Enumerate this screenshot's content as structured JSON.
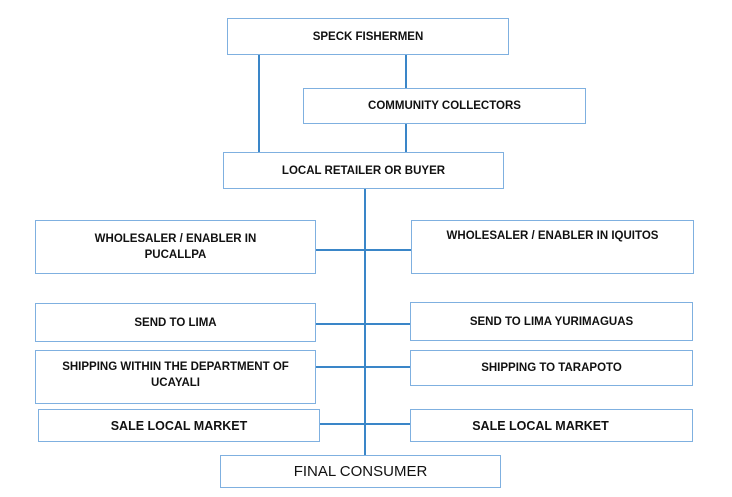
{
  "nodes": {
    "speck_fishermen": "SPECK FISHERMEN",
    "community_collectors": "COMMUNITY COLLECTORS",
    "local_retailer": "LOCAL RETAILER OR BUYER",
    "wholesaler_pucallpa": "WHOLESALER / ENABLER IN PUCALLPA",
    "wholesaler_iquitos": "WHOLESALER / ENABLER IN IQUITOS",
    "send_lima": "SEND TO LIMA",
    "send_lima_yurimaguas": "SEND TO LIMA YURIMAGUAS",
    "shipping_ucayali": "SHIPPING WITHIN THE DEPARTMENT OF UCAYALI",
    "shipping_tarapoto": "SHIPPING TO TARAPOTO",
    "sale_local_left": "SALE LOCAL MARKET",
    "sale_local_right": "SALE LOCAL MARKET",
    "final_consumer": "FINAL CONSUMER"
  },
  "colors": {
    "box_border": "#7fb0e0",
    "connector": "#3a86c8"
  }
}
